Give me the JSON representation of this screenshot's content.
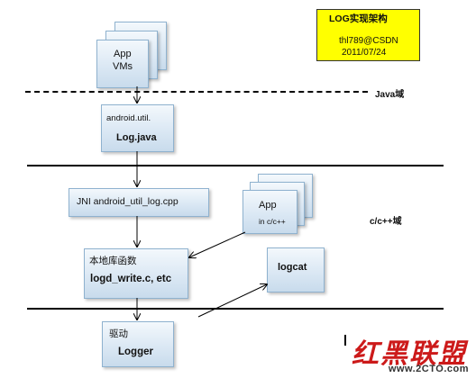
{
  "note": {
    "title": "LOG实现架构",
    "author": "thl789@CSDN",
    "date": "2011/07/24"
  },
  "domains": {
    "java": "Java域",
    "native": "c/c++域"
  },
  "boxes": {
    "app_vms": {
      "line1": "App",
      "line2": "VMs"
    },
    "log_java": {
      "line1": "android.util.",
      "line2": "Log.java"
    },
    "jni": {
      "label": "JNI android_util_log.cpp"
    },
    "app_native": {
      "line1": "App",
      "line2": "in c/c++"
    },
    "native_lib": {
      "line1": "本地库函数",
      "line2": "logd_write.c, etc"
    },
    "logcat": {
      "label": "logcat"
    },
    "driver": {
      "line1": "驱动",
      "line2": "Logger"
    }
  },
  "watermark": {
    "cn": "红黑联盟",
    "site": "www.2CTO.com"
  },
  "colors": {
    "note_bg": "#ffff00",
    "box_border": "#8fb2cf",
    "watermark_red": "#cc1a1a"
  }
}
